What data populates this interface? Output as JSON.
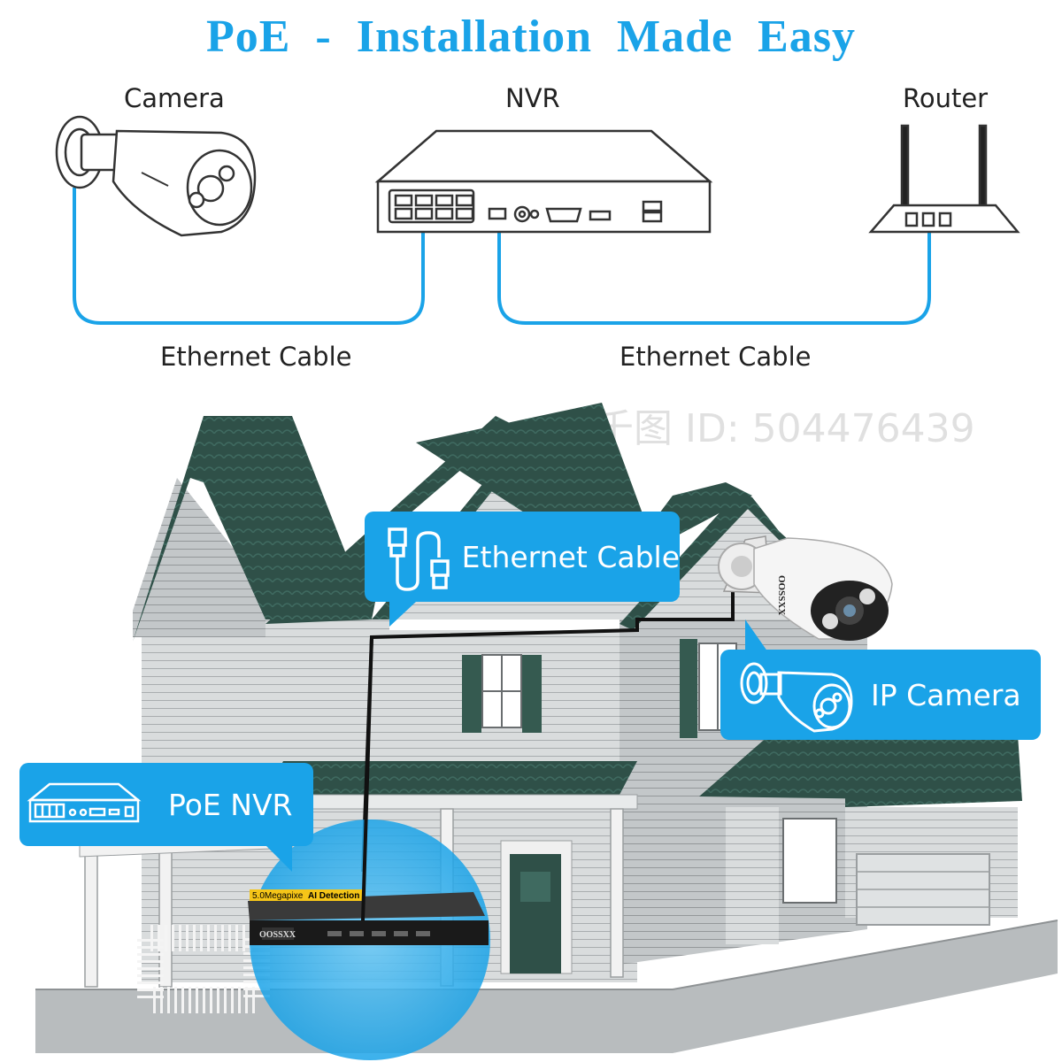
{
  "title": "PoE - Installation Made Easy",
  "diagram": {
    "camera_label": "Camera",
    "nvr_label": "NVR",
    "router_label": "Router",
    "cable_label_left": "Ethernet Cable",
    "cable_label_right": "Ethernet Cable"
  },
  "callouts": {
    "ethernet": "Ethernet Cable",
    "ip_camera": "IP Camera",
    "poe_nvr": "PoE NVR"
  },
  "nvr_photo": {
    "banner_megapixel": "5.0Megapixe",
    "banner_ai": "AI Detection",
    "brand": "OOSSXX"
  },
  "camera_photo": {
    "brand": "OOSSXX"
  },
  "watermark": "千图  ID: 504476439",
  "colors": {
    "accent": "#1aa3e8",
    "roof": "#2d4d45",
    "siding": "#d4d7d8"
  }
}
